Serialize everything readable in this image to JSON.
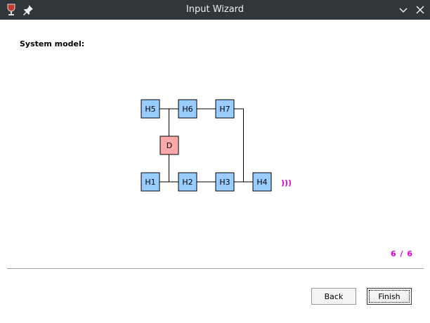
{
  "window": {
    "title": "Input Wizard"
  },
  "page": {
    "section_label": "System model:",
    "counter": "6 / 6"
  },
  "diagram": {
    "nodes": [
      {
        "id": "H5",
        "label": "H5",
        "type": "host"
      },
      {
        "id": "H6",
        "label": "H6",
        "type": "host"
      },
      {
        "id": "H7",
        "label": "H7",
        "type": "host"
      },
      {
        "id": "D",
        "label": "D",
        "type": "device"
      },
      {
        "id": "H1",
        "label": "H1",
        "type": "host"
      },
      {
        "id": "H2",
        "label": "H2",
        "type": "host"
      },
      {
        "id": "H3",
        "label": "H3",
        "type": "host"
      },
      {
        "id": "H4",
        "label": "H4",
        "type": "host"
      }
    ],
    "signal_glyph": ")))",
    "colors": {
      "host_fill": "#99ccff",
      "device_fill": "#ffaaaa",
      "signal": "#e000e0"
    }
  },
  "buttons": {
    "back": "Back",
    "finish": "Finish"
  }
}
